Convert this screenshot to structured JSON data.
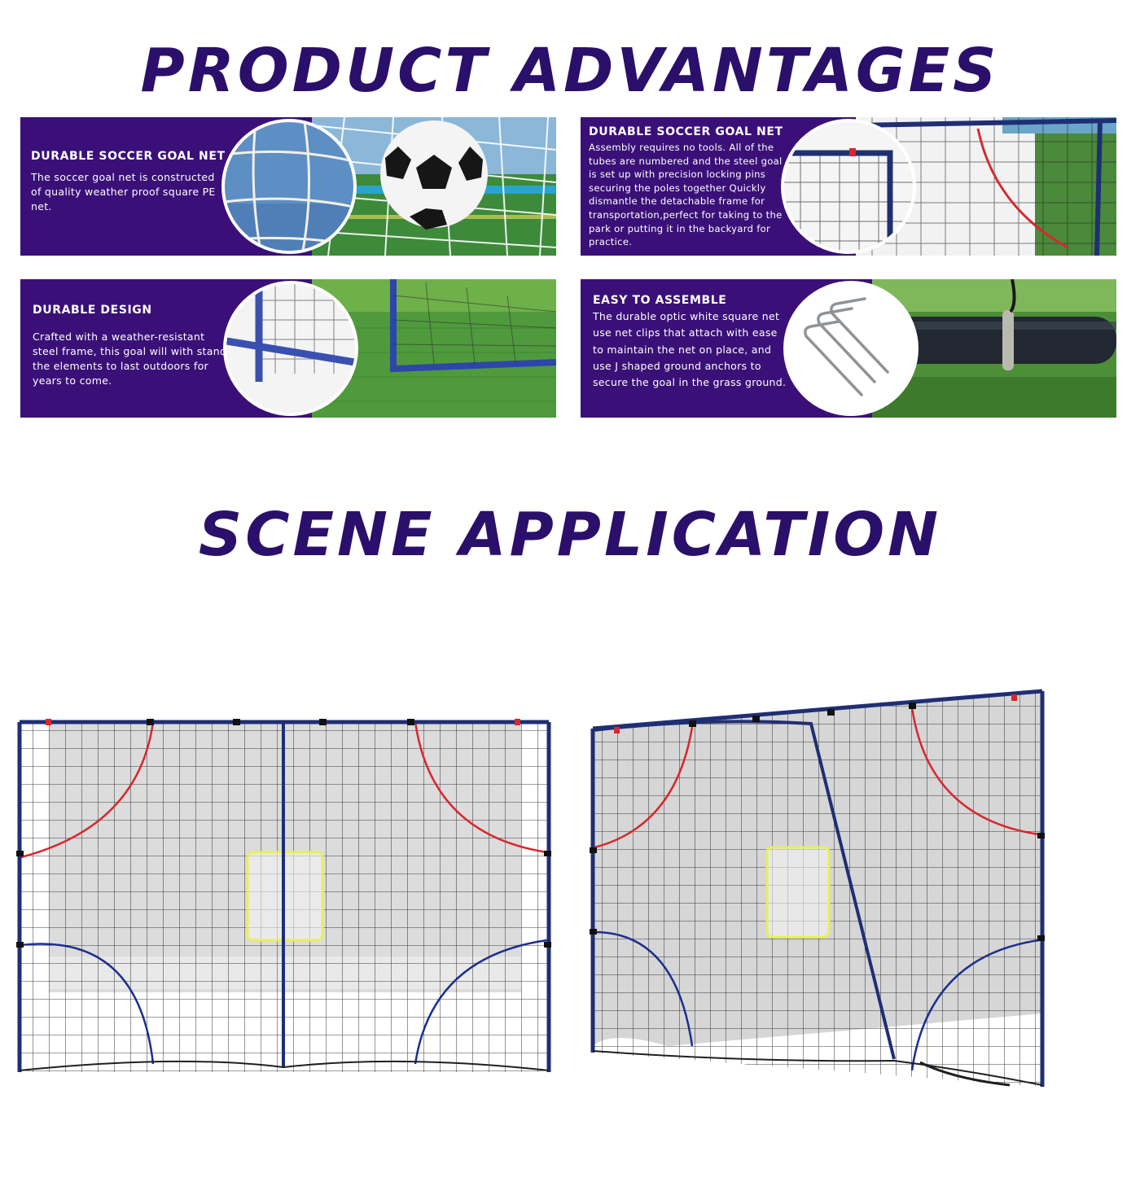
{
  "headings": {
    "advantages": "PRODUCT ADVANTAGES",
    "scene": "SCENE APPLICATION"
  },
  "cards": [
    {
      "title": "DURABLE SOCCER GOAL NET",
      "body": "The soccer goal net is constructed of quality weather proof square PE net."
    },
    {
      "title": "DURABLE SOCCER GOAL NET",
      "body": "Assembly requires no tools. All of the tubes are numbered and the steel goal is set up with precision locking pins securing the poles together Quickly dismantle the detachable frame for transportation,perfect for taking to the park or putting it in the backyard for practice."
    },
    {
      "title": "DURABLE DESIGN",
      "body": "Crafted with a weather-resistant steel frame, this goal will with stand the elements to last outdoors for years to come."
    },
    {
      "title": "EASY TO ASSEMBLE",
      "body": "The durable optic white square net use net clips that attach with ease to maintain the net on place, and use J shaped ground anchors to secure the goal in the grass ground."
    }
  ],
  "colors": {
    "heading": "#2a0f6b",
    "card_bg": "#3a1078",
    "frame": "#1f2f73",
    "red_curve": "#d8272e",
    "blue_curve": "#1b2f8f",
    "target": "#e7ef5a"
  },
  "icons": [
    "soccer-ball",
    "goal-net",
    "goal-frame",
    "ground-anchor"
  ]
}
